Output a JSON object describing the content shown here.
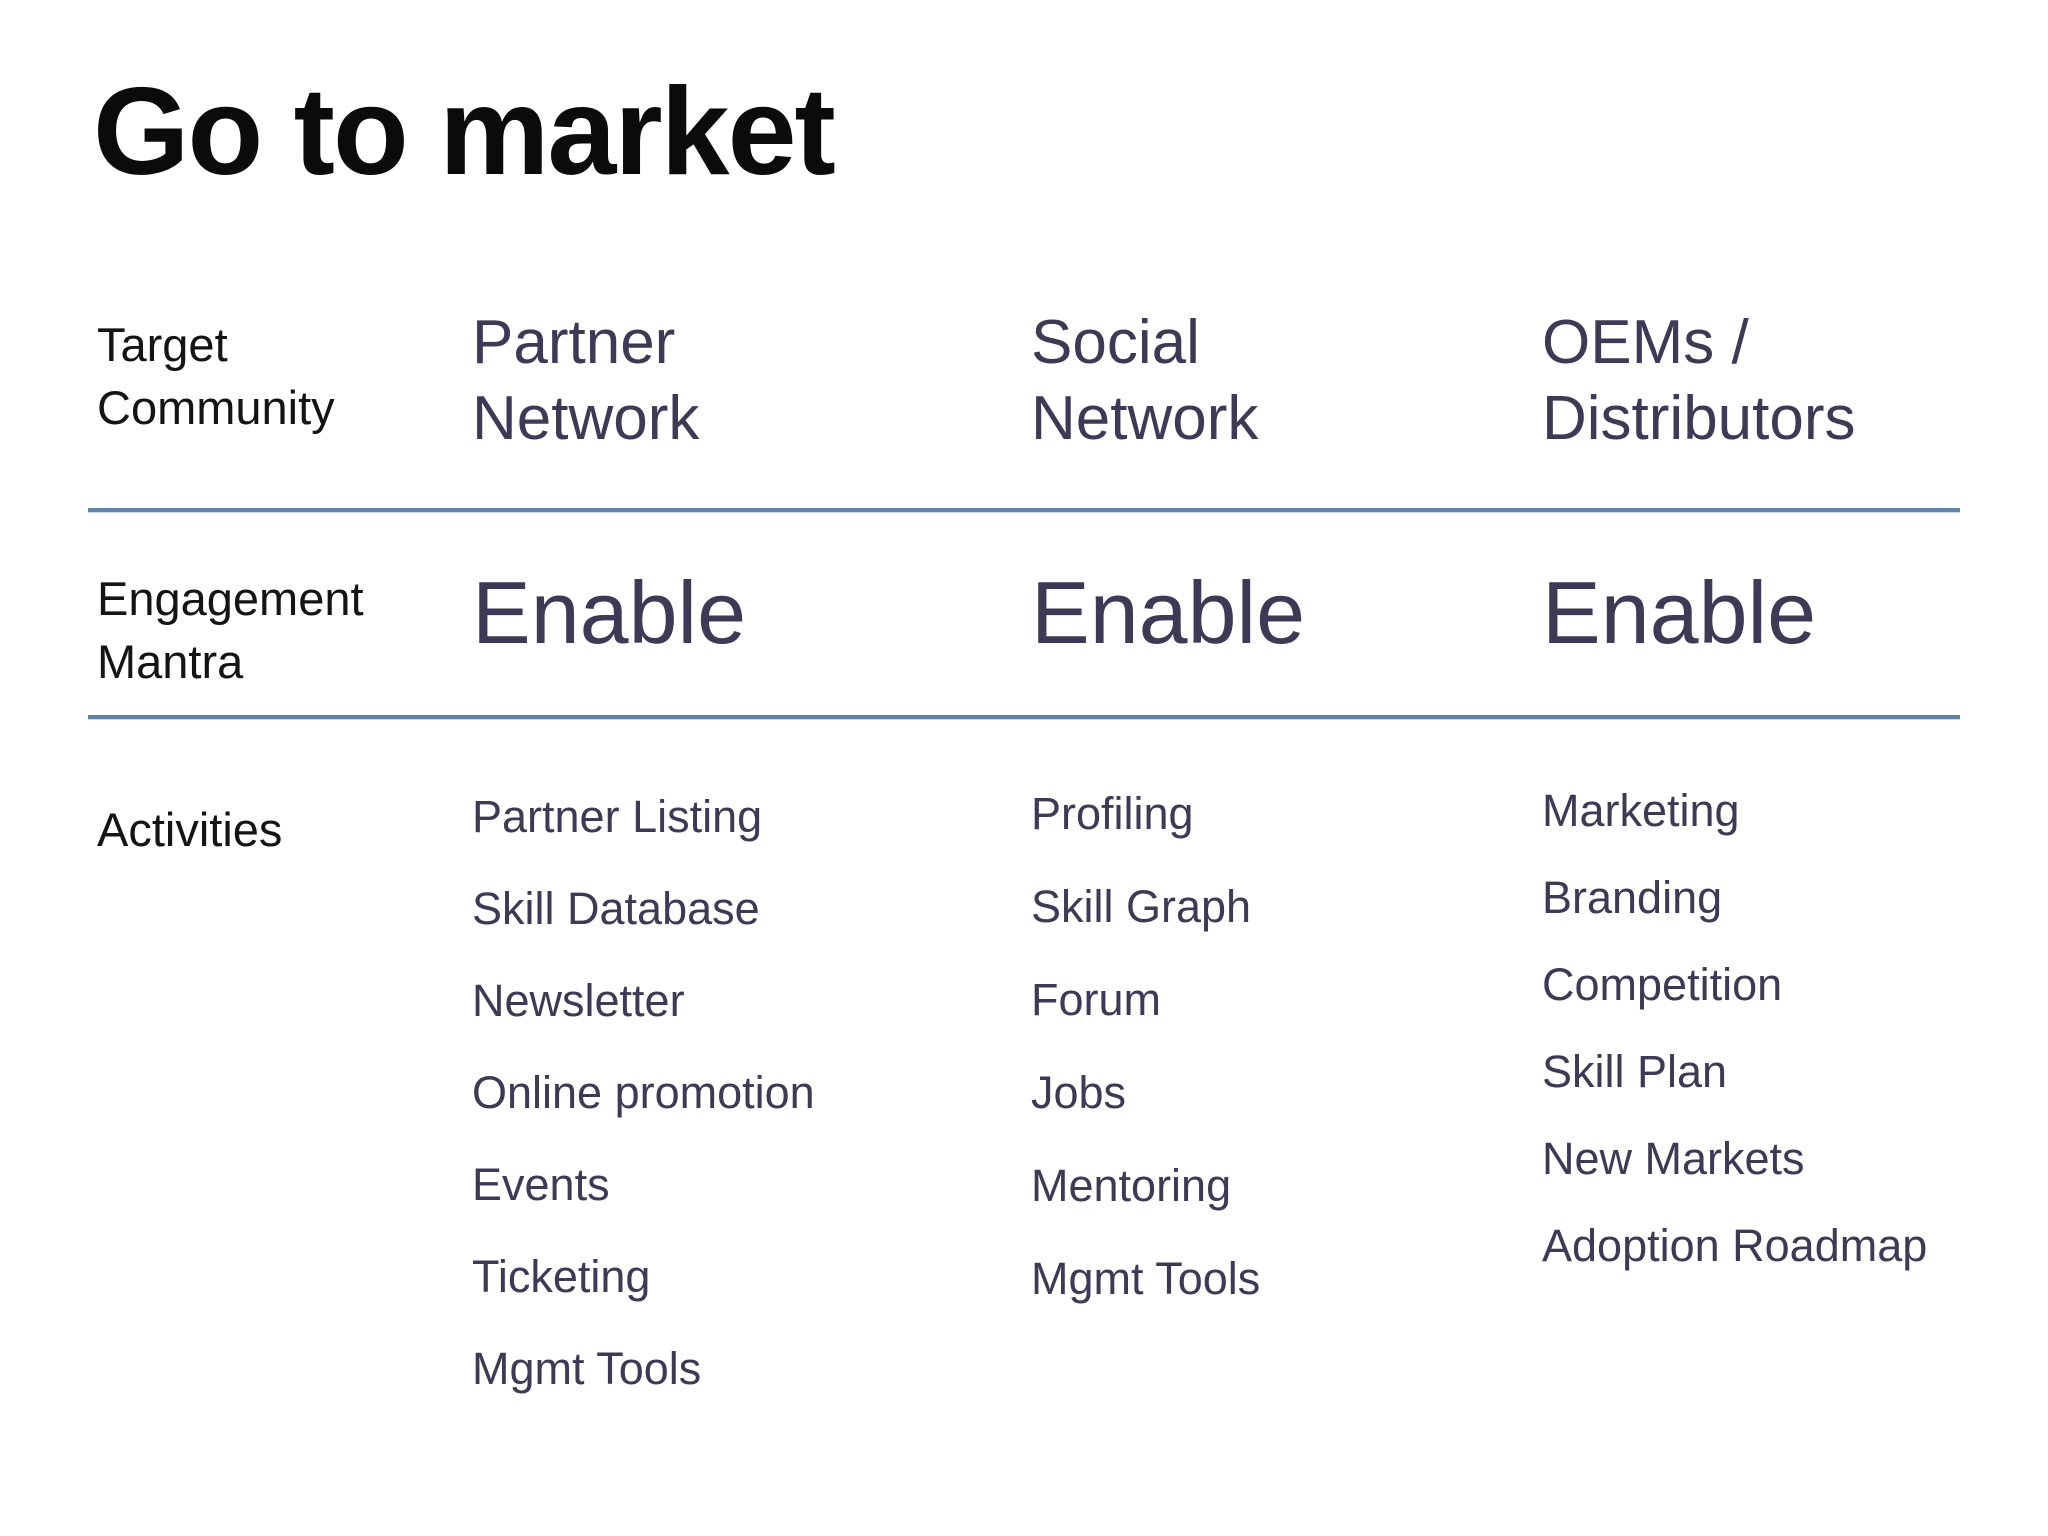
{
  "slide": {
    "title": "Go to market",
    "colors": {
      "title_text": "#0b0b0b",
      "row_label_text": "#141414",
      "content_text": "#3E3A56",
      "divider_accent": "#5E86AB",
      "background": "#ffffff"
    }
  },
  "rows": [
    {
      "label": "Target\nCommunity"
    },
    {
      "label": "Engagement\nMantra"
    },
    {
      "label": "Activities"
    }
  ],
  "columns": [
    {
      "header": "Partner\nNetwork",
      "mantra": "Enable",
      "activities": [
        "Partner Listing",
        "Skill Database",
        "Newsletter",
        "Online promotion",
        "Events",
        "Ticketing",
        "Mgmt Tools"
      ]
    },
    {
      "header": "Social\nNetwork",
      "mantra": "Enable",
      "activities": [
        "Profiling",
        "Skill Graph",
        "Forum",
        "Jobs",
        "Mentoring",
        "Mgmt Tools"
      ]
    },
    {
      "header": "OEMs /\nDistributors",
      "mantra": "Enable",
      "activities": [
        "Marketing",
        "Branding",
        "Competition",
        "Skill Plan",
        "New Markets",
        "Adoption Roadmap"
      ]
    }
  ]
}
